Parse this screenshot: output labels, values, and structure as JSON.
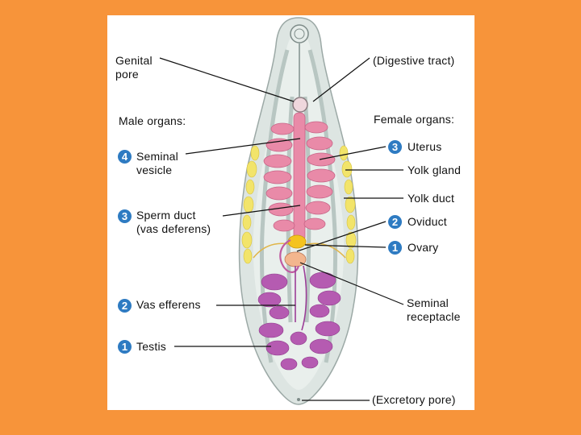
{
  "labels": {
    "genital_pore": "Genital\npore",
    "digestive_tract": "(Digestive tract)",
    "male_organs": "Male organs:",
    "female_organs": "Female organs:",
    "seminal_vesicle": "Seminal\nvesicle",
    "uterus": "Uterus",
    "yolk_gland": "Yolk gland",
    "yolk_duct": "Yolk duct",
    "sperm_duct": "Sperm duct\n(vas deferens)",
    "oviduct": "Oviduct",
    "ovary": "Ovary",
    "vas_efferens": "Vas efferens",
    "seminal_receptacle": "Seminal\nreceptacle",
    "testis": "Testis",
    "excretory_pore": "(Excretory pore)"
  },
  "numbers": {
    "seminal_vesicle": "4",
    "sperm_duct": "3",
    "vas_efferens": "2",
    "testis": "1",
    "uterus": "3",
    "oviduct": "2",
    "ovary": "1"
  },
  "colors": {
    "background": "#F7943A",
    "badge": "#2E7BC2",
    "uterus": "#E98AA8",
    "testis": "#B55BB1",
    "yolk": "#F2E46A",
    "body": "#DDE5E2"
  }
}
